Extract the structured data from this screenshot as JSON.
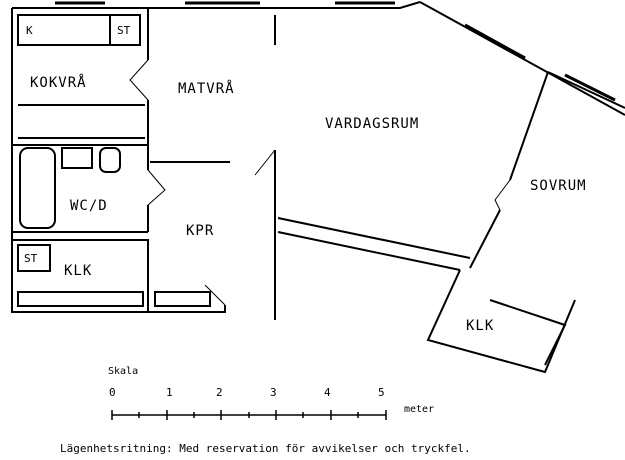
{
  "rooms": {
    "kokvra": "KOKVRÅ",
    "matvra": "MATVRÅ",
    "vardagsrum": "VARDAGSRUM",
    "sovrum": "SOVRUM",
    "wcd": "WC/D",
    "kpr": "KPR",
    "klk_left": "KLK",
    "klk_right": "KLK"
  },
  "fixtures": {
    "k": "K",
    "st_top": "ST",
    "st_klk": "ST"
  },
  "scale": {
    "title": "Skala",
    "ticks": [
      "0",
      "1",
      "2",
      "3",
      "4",
      "5"
    ],
    "unit": "meter"
  },
  "caption": "Lägenhetsritning: Med reservation för avvikelser och tryckfel."
}
